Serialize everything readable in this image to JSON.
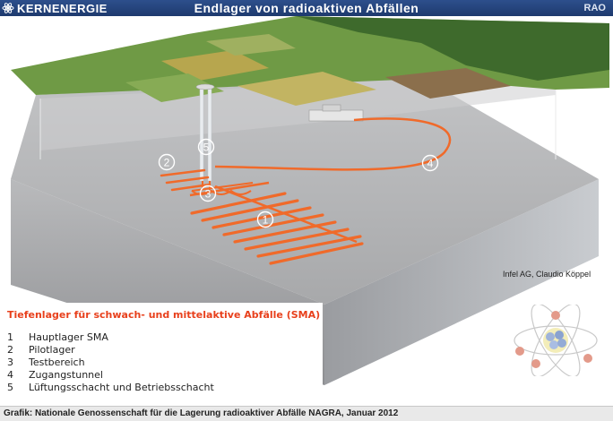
{
  "header": {
    "brand": "KERNENERGIE",
    "title": "Endlager von radioaktiven Abfällen",
    "right_label": "RAO"
  },
  "diagram": {
    "markers": [
      {
        "id": "1",
        "label": "1"
      },
      {
        "id": "2",
        "label": "2"
      },
      {
        "id": "3",
        "label": "3"
      },
      {
        "id": "4",
        "label": "4"
      },
      {
        "id": "5",
        "label": "5"
      }
    ],
    "credit": "Infel AG, Claudio Köppel",
    "colors": {
      "tunnel": "#f06a2a",
      "grass": "#6f9a45",
      "rock_top": "#a8a9ab",
      "rock_front": "#9c9c9e",
      "rock_side": "#b8bbbf"
    }
  },
  "legend": {
    "title": "Tiefenlager für schwach- und mittelaktive Abfälle (SMA)",
    "items": [
      {
        "num": "1",
        "text": "Hauptlager SMA"
      },
      {
        "num": "2",
        "text": "Pilotlager"
      },
      {
        "num": "3",
        "text": "Testbereich"
      },
      {
        "num": "4",
        "text": "Zugangstunnel"
      },
      {
        "num": "5",
        "text": "Lüftungsschacht und Betriebsschacht"
      }
    ]
  },
  "footer": {
    "source": "Grafik: Nationale Genossenschaft für die Lagerung radioaktiver Abfälle NAGRA, Januar 2012"
  }
}
